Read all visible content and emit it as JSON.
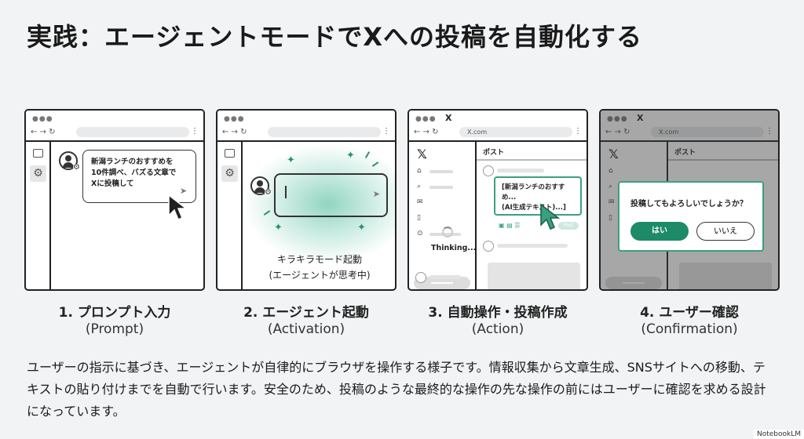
{
  "title": "実践：エージェントモードでXへの投稿を自動化する",
  "panels": [
    {
      "caption": "1. プロンプト入力",
      "subcaption": "(Prompt)",
      "bubble_lines": [
        "新潟ランチのおすすめを",
        "10件調べ、バズる文章で",
        "Xに投稿して"
      ]
    },
    {
      "caption": "2. エージェント起動",
      "subcaption": "(Activation)",
      "status_lines": [
        "キラキラモード起動",
        "(エージェントが思考中)"
      ]
    },
    {
      "caption": "3. 自動操作・投稿作成",
      "subcaption": "(Action)",
      "address": "X.com",
      "tab": "X",
      "feed_header": "ポスト",
      "thinking": "Thinking...",
      "post_lines": [
        "[新潟ランチのおすすめ...",
        "(AI生成テキスト)...]"
      ],
      "post_button": "Post"
    },
    {
      "caption": "4. ユーザー確認",
      "subcaption": "(Confirmation)",
      "address": "X.com",
      "tab": "X",
      "feed_header": "ポスト",
      "dialog_question": "投稿してもよろしいでしょうか？",
      "yes_label": "はい",
      "no_label": "いいえ"
    }
  ],
  "description": "ユーザーの指示に基づき、エージェントが自律的にブラウザを操作する様子です。情報収集から文章生成、SNSサイトへの移動、テキストの貼り付けまでを自動で行います。安全のため、投稿のような最終的な操作の先な操作の前にはユーザーに確認を求める設計になっています。",
  "brand": "NotebookLM",
  "colors": {
    "accent": "#1d8a68",
    "glow": "#58bea0"
  }
}
